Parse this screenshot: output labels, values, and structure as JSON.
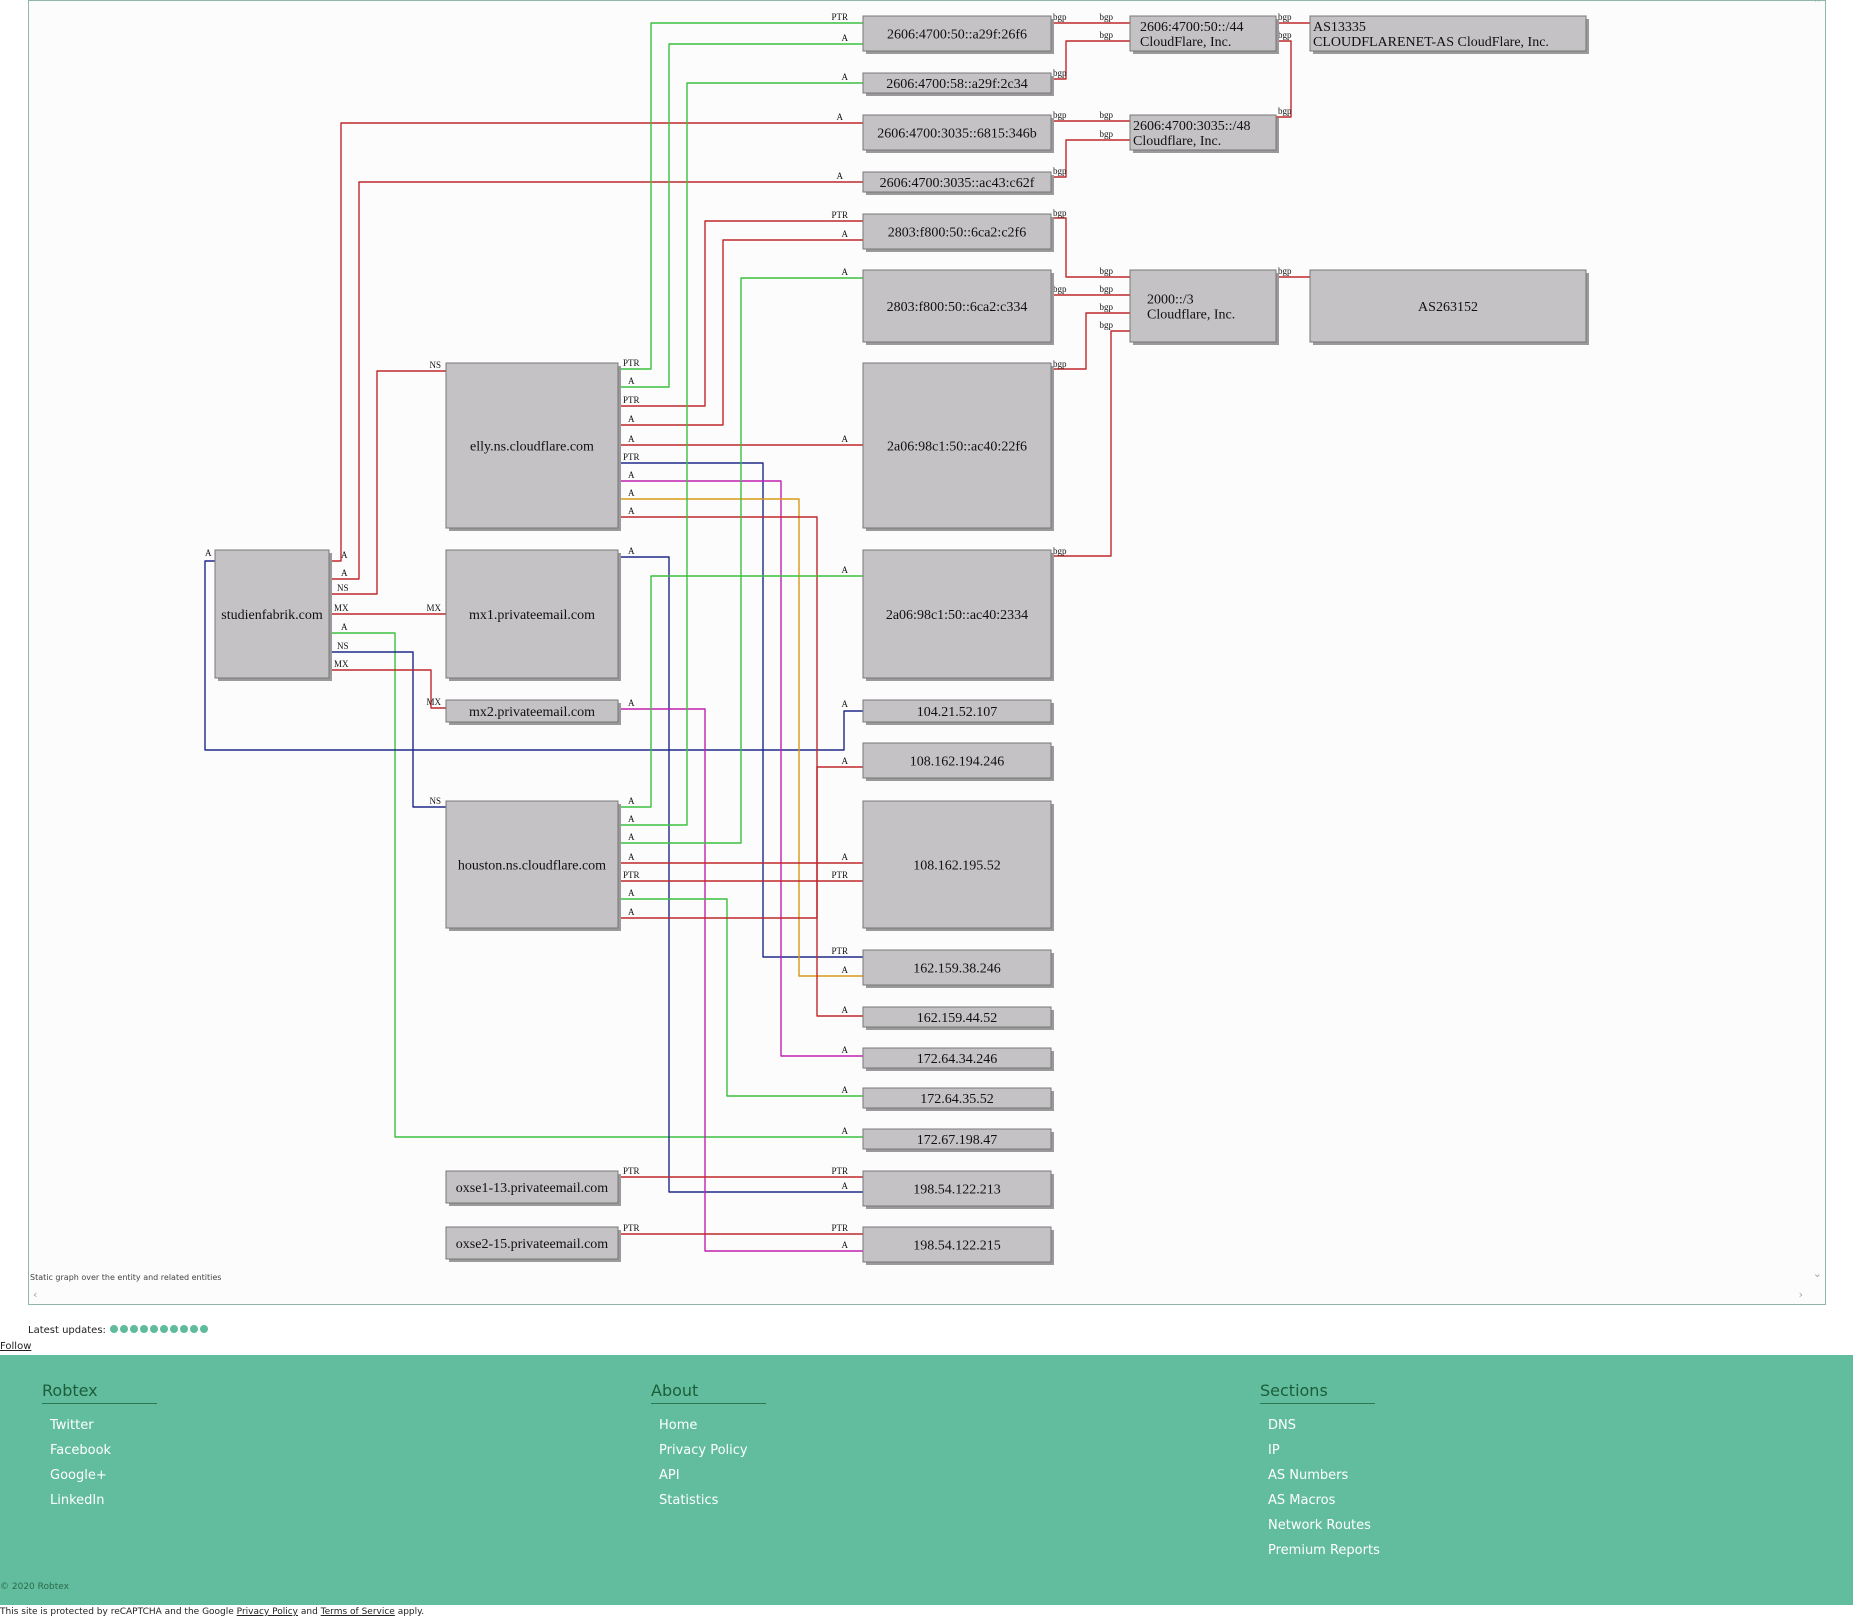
{
  "graph": {
    "caption": "Static graph over the entity and related entities",
    "nodes": [
      {
        "id": "studienfabrik",
        "label": "studienfabrik.com"
      },
      {
        "id": "elly",
        "label": "elly.ns.cloudflare.com"
      },
      {
        "id": "mx1",
        "label": "mx1.privateemail.com"
      },
      {
        "id": "mx2",
        "label": "mx2.privateemail.com"
      },
      {
        "id": "houston",
        "label": "houston.ns.cloudflare.com"
      },
      {
        "id": "oxse1",
        "label": "oxse1-13.privateemail.com"
      },
      {
        "id": "oxse2",
        "label": "oxse2-15.privateemail.com"
      },
      {
        "id": "v6a",
        "label": "2606:4700:50::a29f:26f6"
      },
      {
        "id": "v6b",
        "label": "2606:4700:58::a29f:2c34"
      },
      {
        "id": "v6c",
        "label": "2606:4700:3035::6815:346b"
      },
      {
        "id": "v6d",
        "label": "2606:4700:3035::ac43:c62f"
      },
      {
        "id": "v6e",
        "label": "2803:f800:50::6ca2:c2f6"
      },
      {
        "id": "v6f",
        "label": "2803:f800:50::6ca2:c334"
      },
      {
        "id": "v6g",
        "label": "2a06:98c1:50::ac40:22f6"
      },
      {
        "id": "v6h",
        "label": "2a06:98c1:50::ac40:2334"
      },
      {
        "id": "ip1",
        "label": "104.21.52.107"
      },
      {
        "id": "ip2",
        "label": "108.162.194.246"
      },
      {
        "id": "ip3",
        "label": "108.162.195.52"
      },
      {
        "id": "ip4",
        "label": "162.159.38.246"
      },
      {
        "id": "ip5",
        "label": "162.159.44.52"
      },
      {
        "id": "ip6",
        "label": "172.64.34.246"
      },
      {
        "id": "ip7",
        "label": "172.64.35.52"
      },
      {
        "id": "ip8",
        "label": "172.67.198.47"
      },
      {
        "id": "ip9",
        "label": "198.54.122.213"
      },
      {
        "id": "ip10",
        "label": "198.54.122.215"
      },
      {
        "id": "pfx1",
        "label": "2606:4700:50::/44|CloudFlare, Inc."
      },
      {
        "id": "pfx2",
        "label": "2606:4700:3035::/48|Cloudflare, Inc."
      },
      {
        "id": "pfx3",
        "label": "2000::/3|Cloudflare, Inc."
      },
      {
        "id": "as1",
        "label": "AS13335|CLOUDFLARENET-AS CloudFlare, Inc."
      },
      {
        "id": "as2",
        "label": "AS263152"
      }
    ],
    "edge_labels": [
      "A",
      "NS",
      "MX",
      "PTR",
      "bgp"
    ]
  },
  "latest": {
    "label": "Latest updates:",
    "dot_count": 10
  },
  "follow": "Follow",
  "footer": {
    "columns": [
      {
        "title": "Robtex",
        "links": [
          "Twitter",
          "Facebook",
          "Google+",
          "LinkedIn"
        ]
      },
      {
        "title": "About",
        "links": [
          "Home",
          "Privacy Policy",
          "API",
          "Statistics"
        ]
      },
      {
        "title": "Sections",
        "links": [
          "DNS",
          "IP",
          "AS Numbers",
          "AS Macros",
          "Network Routes",
          "Premium Reports"
        ]
      }
    ],
    "copyright": "© 2020 Robtex",
    "recaptcha": {
      "prefix": "This site is protected by reCAPTCHA and the Google ",
      "privacy": "Privacy Policy",
      "and": " and ",
      "terms": "Terms of Service",
      "suffix": " apply."
    }
  },
  "colors": {
    "footer_bg": "#62bd9e",
    "red": "#c0282c",
    "green": "#3cc040",
    "blue": "#1f2a8a",
    "magenta": "#c020b0",
    "orange": "#d89a18"
  }
}
